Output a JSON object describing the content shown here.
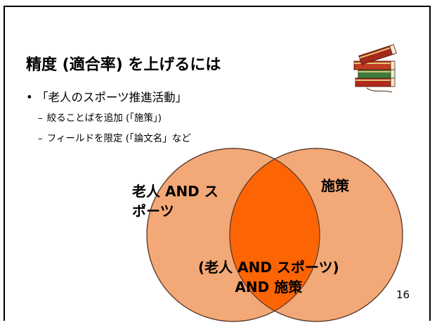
{
  "slide": {
    "title": "精度 (適合率) を上げるには",
    "bullet": "「老人のスポーツ推進活動」",
    "sub_items": [
      "絞ることばを追加 (「施策」)",
      "フィールドを限定 (「論文名」など"
    ],
    "page_number": "16"
  },
  "venn": {
    "left_label_line1": "老人 AND ス",
    "left_label_line2": "ポーツ",
    "right_label": "施策",
    "center_label_line1": "(老人 AND スポーツ)",
    "center_label_line2": "AND 施策",
    "colors": {
      "circle_fill": "#f3a877",
      "intersection_fill": "#fc6404",
      "outline": "#5a3a2a"
    }
  },
  "icons": {
    "books": "stack-of-books-clipart-icon"
  }
}
